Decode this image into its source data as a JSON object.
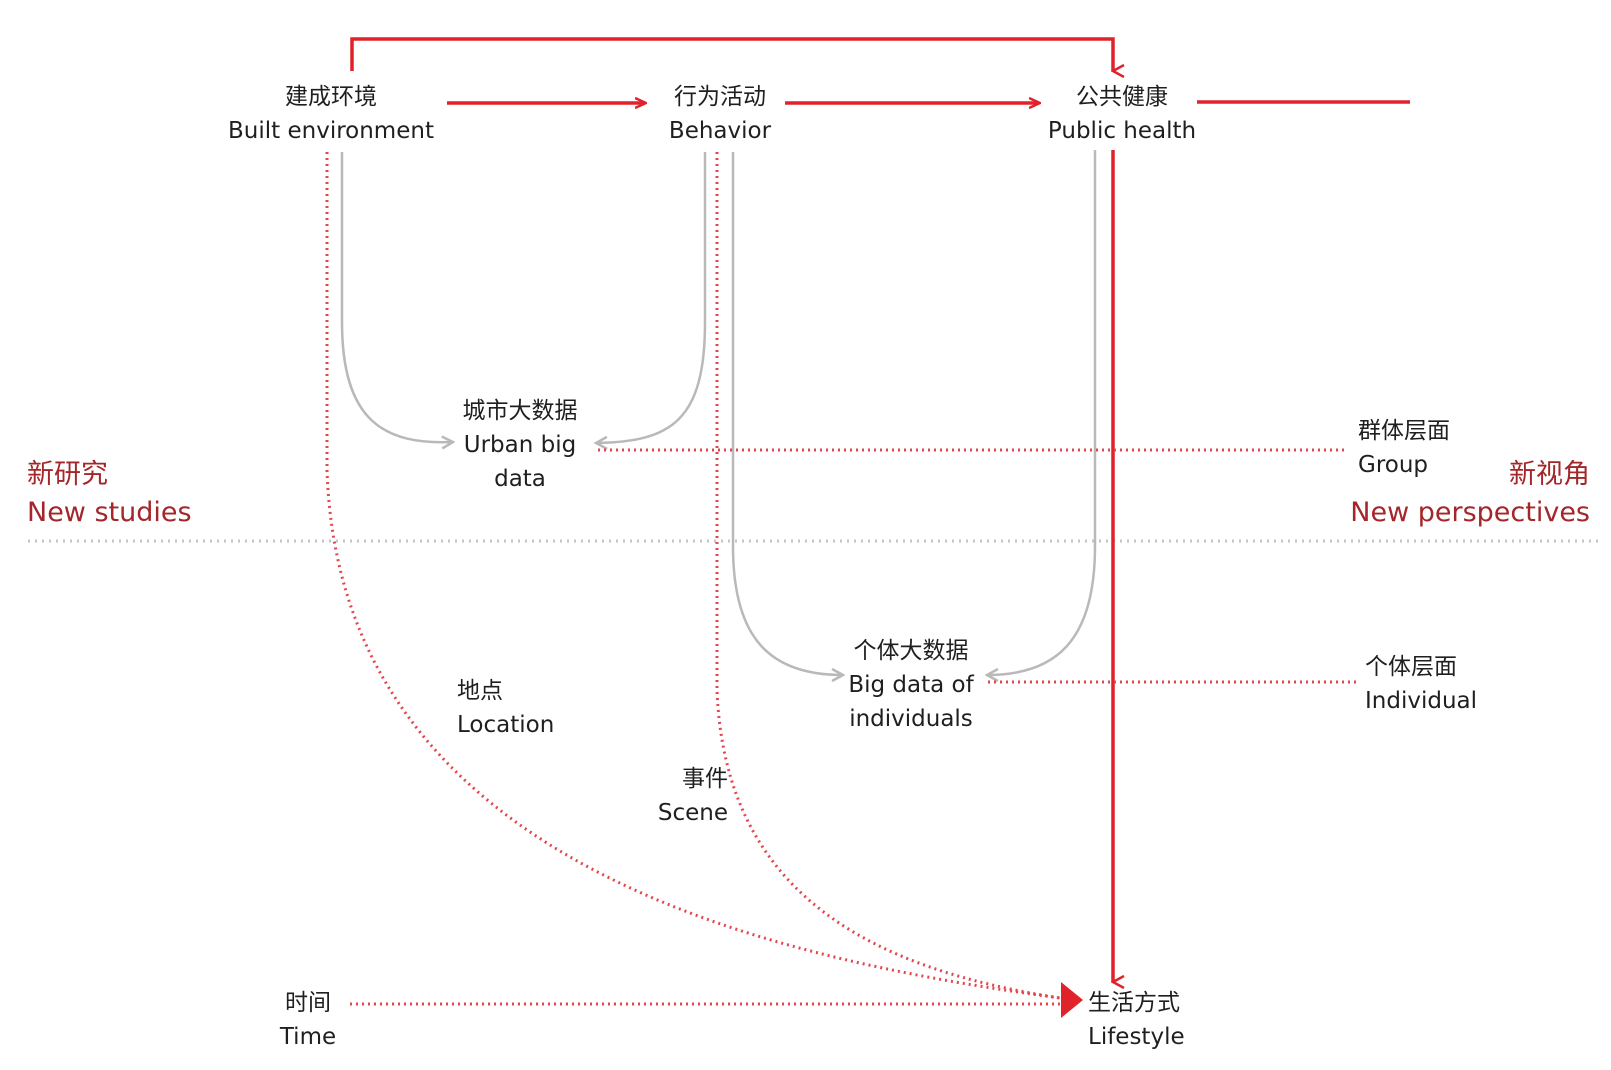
{
  "top_row": {
    "built_environment": {
      "zh": "建成环境",
      "en": "Built environment"
    },
    "behavior": {
      "zh": "行为活动",
      "en": "Behavior"
    },
    "public_health": {
      "zh": "公共健康",
      "en": "Public health"
    }
  },
  "middle": {
    "urban_big_data": {
      "zh": "城市大数据",
      "en_1": "Urban big",
      "en_2": "data"
    },
    "big_data_individuals": {
      "zh": "个体大数据",
      "en_1": "Big data of",
      "en_2": "individuals"
    }
  },
  "levels": {
    "group": {
      "zh": "群体层面",
      "en": "Group"
    },
    "individual": {
      "zh": "个体层面",
      "en": "Individual"
    }
  },
  "sides": {
    "new_studies": {
      "zh": "新研究",
      "en": "New studies"
    },
    "new_perspectives": {
      "zh": "新视角",
      "en": "New perspectives"
    }
  },
  "factors": {
    "location": {
      "zh": "地点",
      "en": "Location"
    },
    "scene": {
      "zh": "事件",
      "en": "Scene"
    },
    "time": {
      "zh": "时间",
      "en": "Time"
    }
  },
  "lifestyle": {
    "zh": "生活方式",
    "en": "Lifestyle"
  },
  "colors": {
    "accent_red": "#e0222b",
    "dotted_red": "#e5454d",
    "side_label_red": "#a3272a",
    "gray_curve": "#b9b9b9",
    "divider_gray": "#c4c4c4"
  }
}
